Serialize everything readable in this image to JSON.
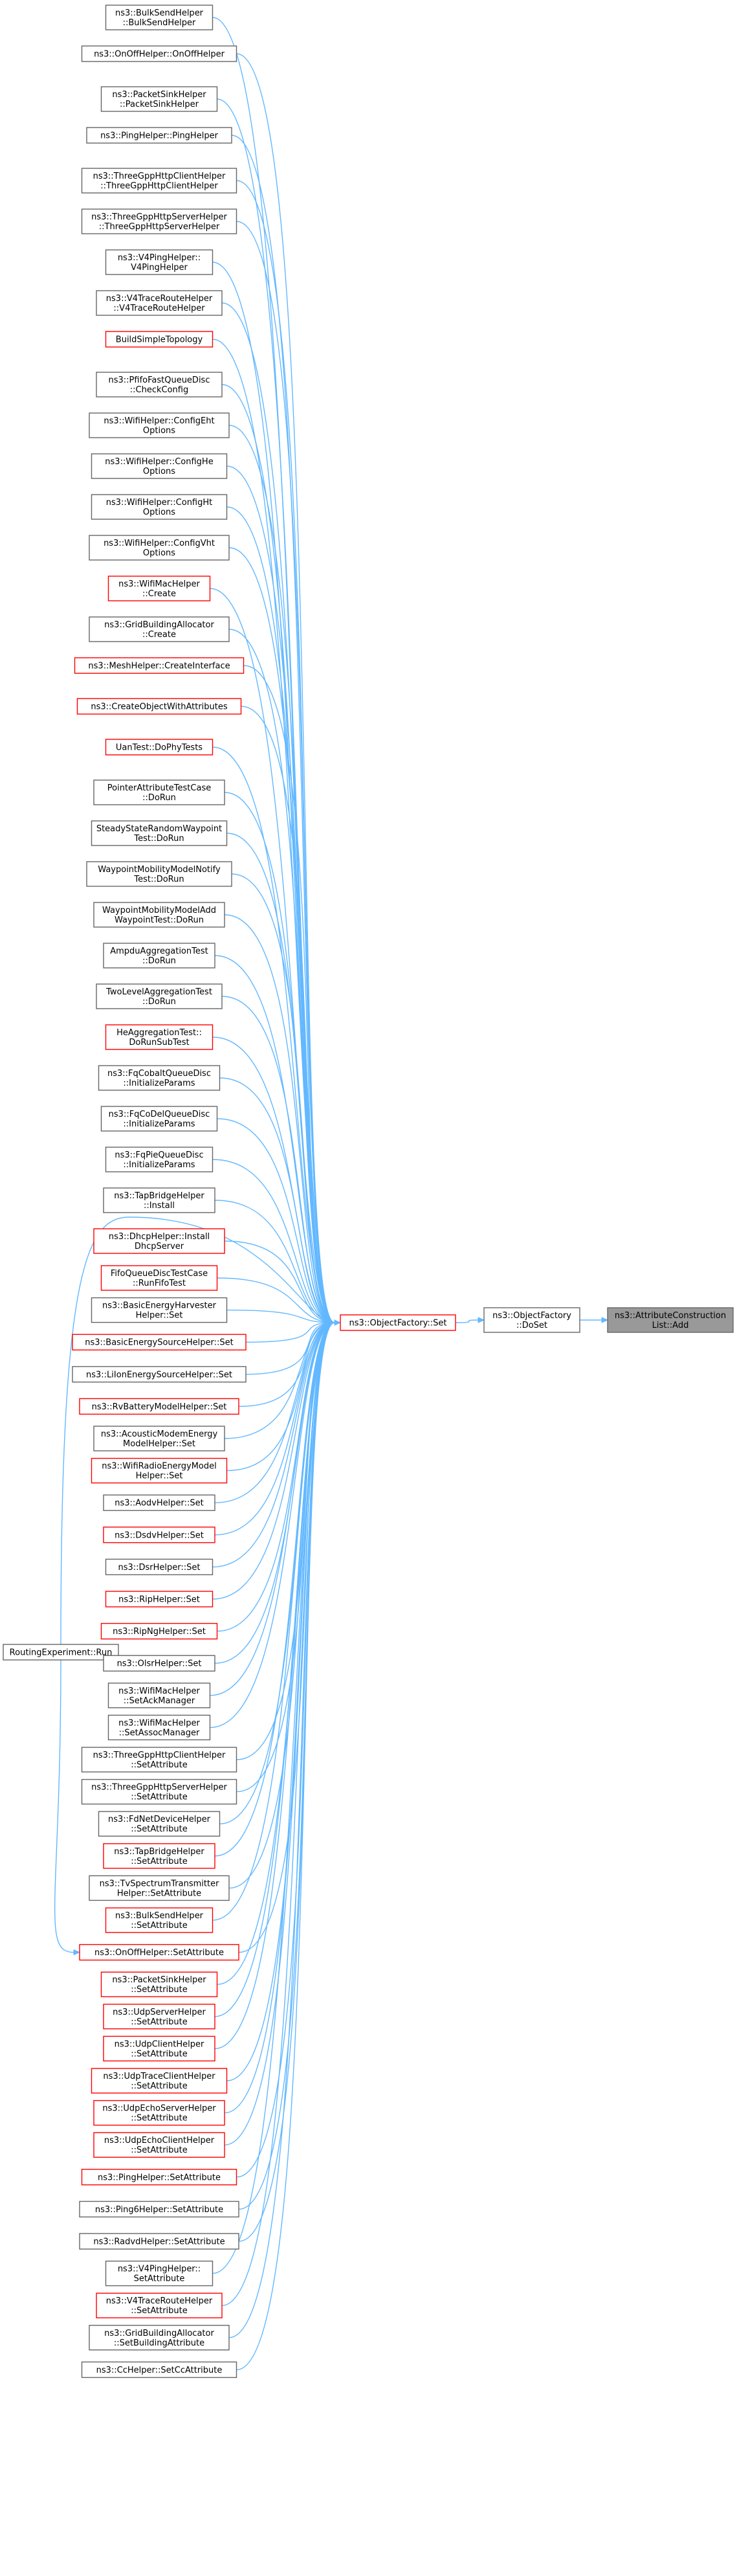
{
  "graph": {
    "edge_color": "#63b8ff",
    "red_border_color": "#ff0000",
    "normal_border_color": "#666666",
    "focus_fill_color": "#999999",
    "focus": {
      "label": [
        "ns3::AttributeConstruction",
        "List::Add"
      ]
    },
    "doset": {
      "label": [
        "ns3::ObjectFactory",
        "::DoSet"
      ]
    },
    "set": {
      "label": [
        "ns3::ObjectFactory::Set"
      ],
      "red": true
    },
    "routing": {
      "label": [
        "RoutingExperiment::Run"
      ]
    },
    "upper_callers": [
      {
        "label": [
          "ns3::BulkSendHelper",
          "::BulkSendHelper"
        ]
      },
      {
        "label": [
          "ns3::OnOffHelper::OnOffHelper"
        ]
      },
      {
        "label": [
          "ns3::PacketSinkHelper",
          "::PacketSinkHelper"
        ]
      },
      {
        "label": [
          "ns3::PingHelper::PingHelper"
        ]
      },
      {
        "label": [
          "ns3::ThreeGppHttpClientHelper",
          "::ThreeGppHttpClientHelper"
        ]
      },
      {
        "label": [
          "ns3::ThreeGppHttpServerHelper",
          "::ThreeGppHttpServerHelper"
        ]
      },
      {
        "label": [
          "ns3::V4PingHelper::",
          "V4PingHelper"
        ]
      },
      {
        "label": [
          "ns3::V4TraceRouteHelper",
          "::V4TraceRouteHelper"
        ]
      },
      {
        "label": [
          "BuildSimpleTopology"
        ],
        "red": true
      },
      {
        "label": [
          "ns3::PfifoFastQueueDisc",
          "::CheckConfig"
        ]
      },
      {
        "label": [
          "ns3::WifiHelper::ConfigEht",
          "Options"
        ]
      },
      {
        "label": [
          "ns3::WifiHelper::ConfigHe",
          "Options"
        ]
      },
      {
        "label": [
          "ns3::WifiHelper::ConfigHt",
          "Options"
        ]
      },
      {
        "label": [
          "ns3::WifiHelper::ConfigVht",
          "Options"
        ]
      },
      {
        "label": [
          "ns3::WifiMacHelper",
          "::Create"
        ],
        "red": true
      },
      {
        "label": [
          "ns3::GridBuildingAllocator",
          "::Create"
        ]
      },
      {
        "label": [
          "ns3::MeshHelper::CreateInterface"
        ],
        "red": true
      },
      {
        "label": [
          "ns3::CreateObjectWithAttributes"
        ],
        "red": true
      },
      {
        "label": [
          "UanTest::DoPhyTests"
        ],
        "red": true
      },
      {
        "label": [
          "PointerAttributeTestCase",
          "::DoRun"
        ]
      },
      {
        "label": [
          "SteadyStateRandomWaypoint",
          "Test::DoRun"
        ]
      },
      {
        "label": [
          "WaypointMobilityModelNotify",
          "Test::DoRun"
        ]
      },
      {
        "label": [
          "WaypointMobilityModelAdd",
          "WaypointTest::DoRun"
        ]
      },
      {
        "label": [
          "AmpduAggregationTest",
          "::DoRun"
        ]
      },
      {
        "label": [
          "TwoLevelAggregationTest",
          "::DoRun"
        ]
      },
      {
        "label": [
          "HeAggregationTest::",
          "DoRunSubTest"
        ],
        "red": true
      },
      {
        "label": [
          "ns3::FqCobaltQueueDisc",
          "::InitializeParams"
        ]
      },
      {
        "label": [
          "ns3::FqCoDelQueueDisc",
          "::InitializeParams"
        ]
      },
      {
        "label": [
          "ns3::FqPieQueueDisc",
          "::InitializeParams"
        ]
      },
      {
        "label": [
          "ns3::TapBridgeHelper",
          "::Install"
        ]
      },
      {
        "label": [
          "ns3::DhcpHelper::Install",
          "DhcpServer"
        ],
        "red": true
      }
    ],
    "lower_callers": [
      {
        "label": [
          "FifoQueueDiscTestCase",
          "::RunFifoTest"
        ],
        "red": true
      },
      {
        "label": [
          "ns3::BasicEnergyHarvester",
          "Helper::Set"
        ]
      },
      {
        "label": [
          "ns3::BasicEnergySourceHelper::Set"
        ],
        "red": true
      },
      {
        "label": [
          "ns3::LiIonEnergySourceHelper::Set"
        ]
      },
      {
        "label": [
          "ns3::RvBatteryModelHelper::Set"
        ],
        "red": true
      },
      {
        "label": [
          "ns3::AcousticModemEnergy",
          "ModelHelper::Set"
        ]
      },
      {
        "label": [
          "ns3::WifiRadioEnergyModel",
          "Helper::Set"
        ],
        "red": true
      },
      {
        "label": [
          "ns3::AodvHelper::Set"
        ]
      },
      {
        "label": [
          "ns3::DsdvHelper::Set"
        ],
        "red": true
      },
      {
        "label": [
          "ns3::DsrHelper::Set"
        ]
      },
      {
        "label": [
          "ns3::RipHelper::Set"
        ],
        "red": true
      },
      {
        "label": [
          "ns3::RipNgHelper::Set"
        ],
        "red": true
      },
      {
        "label": [
          "ns3::OlsrHelper::Set"
        ]
      },
      {
        "label": [
          "ns3::WifiMacHelper",
          "::SetAckManager"
        ]
      },
      {
        "label": [
          "ns3::WifiMacHelper",
          "::SetAssocManager"
        ]
      },
      {
        "label": [
          "ns3::ThreeGppHttpClientHelper",
          "::SetAttribute"
        ]
      },
      {
        "label": [
          "ns3::ThreeGppHttpServerHelper",
          "::SetAttribute"
        ]
      },
      {
        "label": [
          "ns3::FdNetDeviceHelper",
          "::SetAttribute"
        ]
      },
      {
        "label": [
          "ns3::TapBridgeHelper",
          "::SetAttribute"
        ],
        "red": true
      },
      {
        "label": [
          "ns3::TvSpectrumTransmitter",
          "Helper::SetAttribute"
        ]
      },
      {
        "label": [
          "ns3::BulkSendHelper",
          "::SetAttribute"
        ],
        "red": true
      },
      {
        "label": [
          "ns3::OnOffHelper::SetAttribute"
        ],
        "red": true
      },
      {
        "label": [
          "ns3::PacketSinkHelper",
          "::SetAttribute"
        ],
        "red": true
      },
      {
        "label": [
          "ns3::UdpServerHelper",
          "::SetAttribute"
        ],
        "red": true
      },
      {
        "label": [
          "ns3::UdpClientHelper",
          "::SetAttribute"
        ],
        "red": true
      },
      {
        "label": [
          "ns3::UdpTraceClientHelper",
          "::SetAttribute"
        ],
        "red": true
      },
      {
        "label": [
          "ns3::UdpEchoServerHelper",
          "::SetAttribute"
        ],
        "red": true
      },
      {
        "label": [
          "ns3::UdpEchoClientHelper",
          "::SetAttribute"
        ],
        "red": true
      },
      {
        "label": [
          "ns3::PingHelper::SetAttribute"
        ],
        "red": true
      },
      {
        "label": [
          "ns3::Ping6Helper::SetAttribute"
        ]
      },
      {
        "label": [
          "ns3::RadvdHelper::SetAttribute"
        ]
      },
      {
        "label": [
          "ns3::V4PingHelper::",
          "SetAttribute"
        ]
      },
      {
        "label": [
          "ns3::V4TraceRouteHelper",
          "::SetAttribute"
        ],
        "red": true
      },
      {
        "label": [
          "ns3::GridBuildingAllocator",
          "::SetBuildingAttribute"
        ]
      },
      {
        "label": [
          "ns3::CcHelper::SetCcAttribute"
        ]
      }
    ]
  }
}
